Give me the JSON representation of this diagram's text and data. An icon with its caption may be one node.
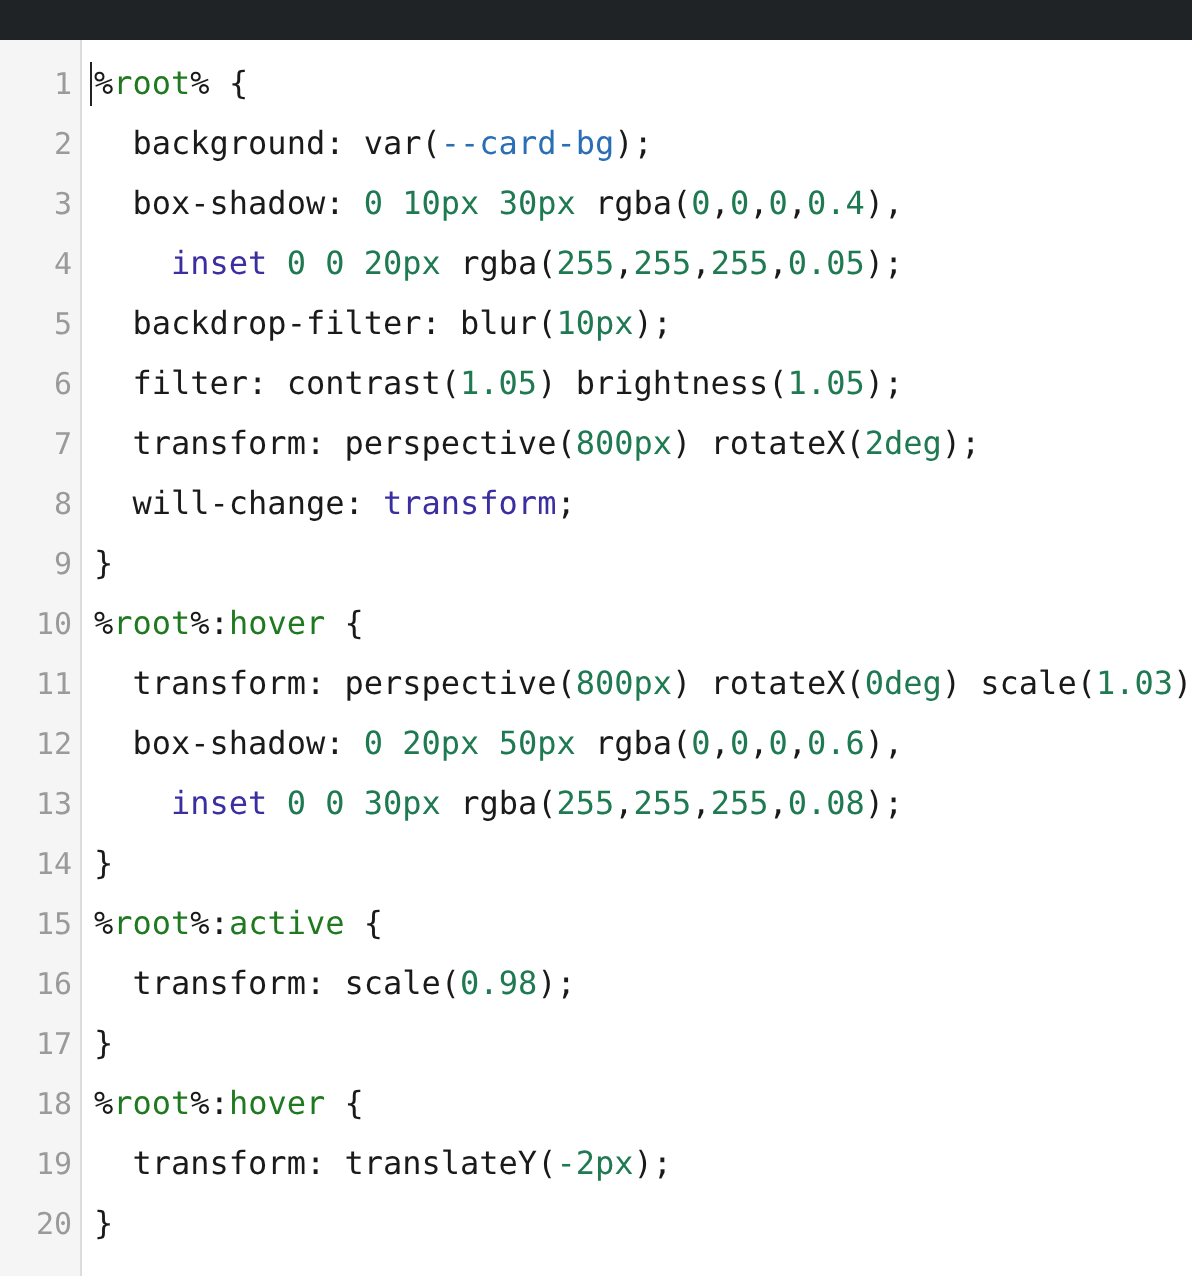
{
  "diagram": {
    "nodes": [
      {
        "text": [],
        "shape": "bar"
      }
    ],
    "labels": [
      "1",
      "%root% {",
      "2",
      "background: var(--card-bg);",
      "3",
      "box-shadow: 0 10px 30px rgba(0,0,0,0.4),",
      "4",
      "inset 0 0 20px rgba(255,255,255,0.05);",
      "5",
      "backdrop-filter: blur(10px);",
      "6",
      "filter: contrast(1.05) brightness(1.05);",
      "7",
      "transform: perspective(800px) rotateX(2deg);",
      "8",
      "will-change: transform;",
      "9",
      "}",
      "10",
      "%root%:hover {",
      "11",
      "transform: perspective(800px) rotateX(0deg) scale(1.03)",
      "12",
      "box-shadow: 0 20px 50px rgba(0,0,0,0.6),",
      "13",
      "inset 0 0 30px rgba(255,255,255,0.08);",
      "14",
      "}",
      "15",
      "%root%:active {",
      "16",
      "transform: scale(0.98);",
      "17",
      "}",
      "18",
      "%root%:hover {",
      "19",
      "transform: translateY(-2px);",
      "20",
      "}"
    ]
  }
}
